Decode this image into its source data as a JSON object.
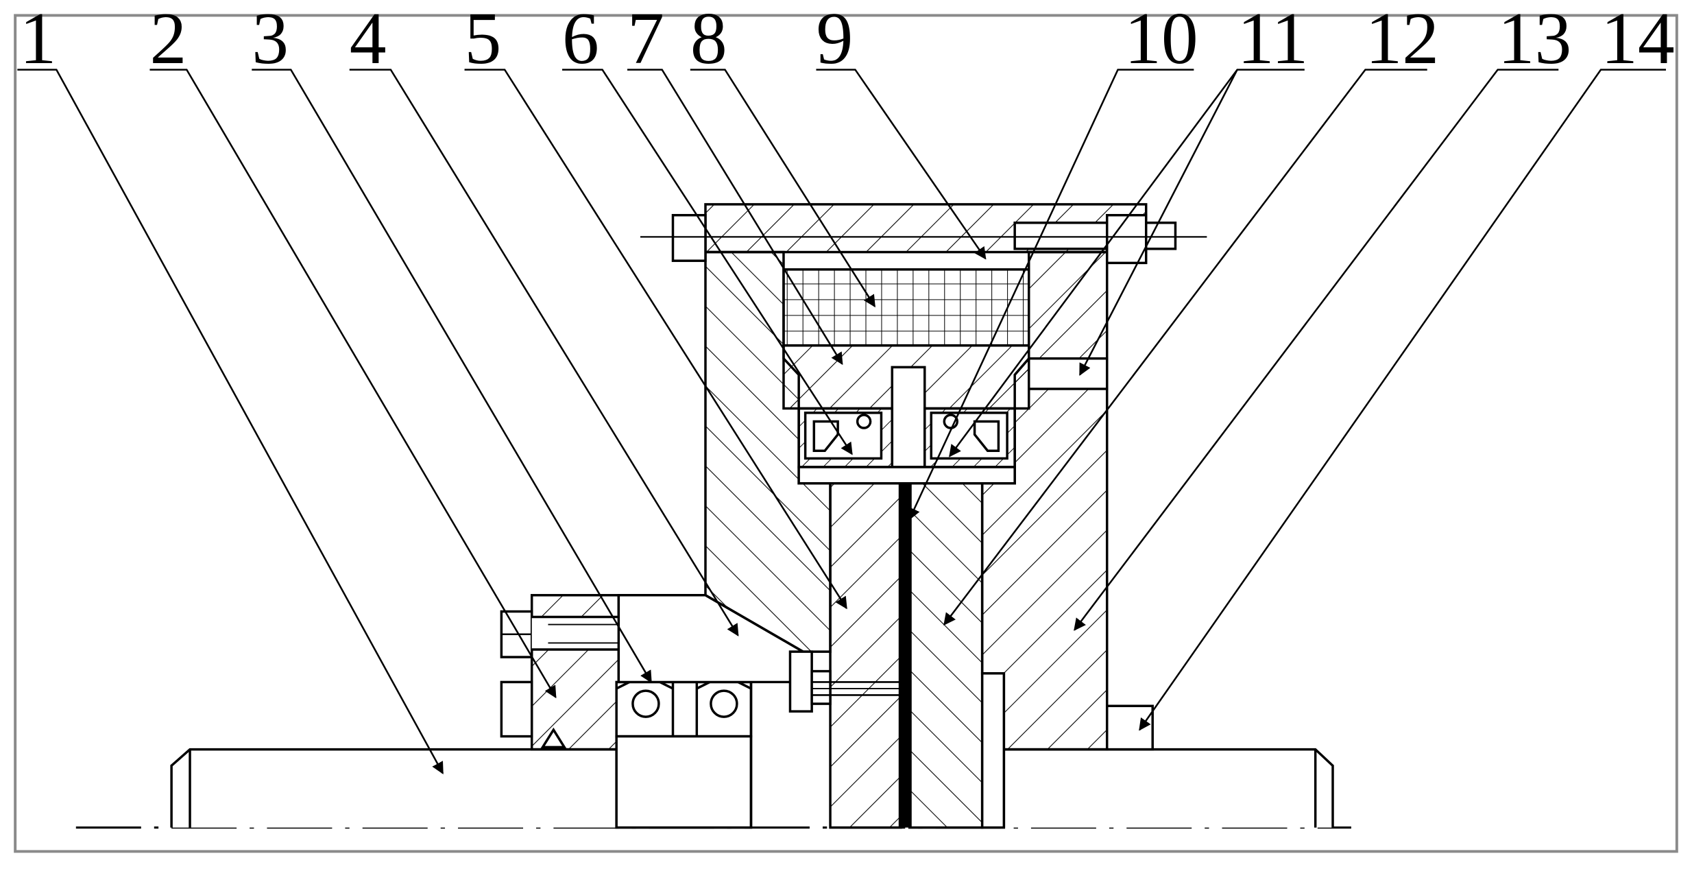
{
  "figure": {
    "type": "engineering cross-section drawing",
    "line_color": "#000000",
    "background_color": "#ffffff",
    "frame_color": "#8a8a8a"
  },
  "callouts": [
    {
      "id": "c1",
      "label": "1"
    },
    {
      "id": "c2",
      "label": "2"
    },
    {
      "id": "c3",
      "label": "3"
    },
    {
      "id": "c4",
      "label": "4"
    },
    {
      "id": "c5",
      "label": "5"
    },
    {
      "id": "c6",
      "label": "6"
    },
    {
      "id": "c7",
      "label": "7"
    },
    {
      "id": "c8",
      "label": "8"
    },
    {
      "id": "c9",
      "label": "9"
    },
    {
      "id": "c10",
      "label": "10"
    },
    {
      "id": "c11",
      "label": "11"
    },
    {
      "id": "c12",
      "label": "12"
    },
    {
      "id": "c13",
      "label": "13"
    },
    {
      "id": "c14",
      "label": "14"
    }
  ]
}
